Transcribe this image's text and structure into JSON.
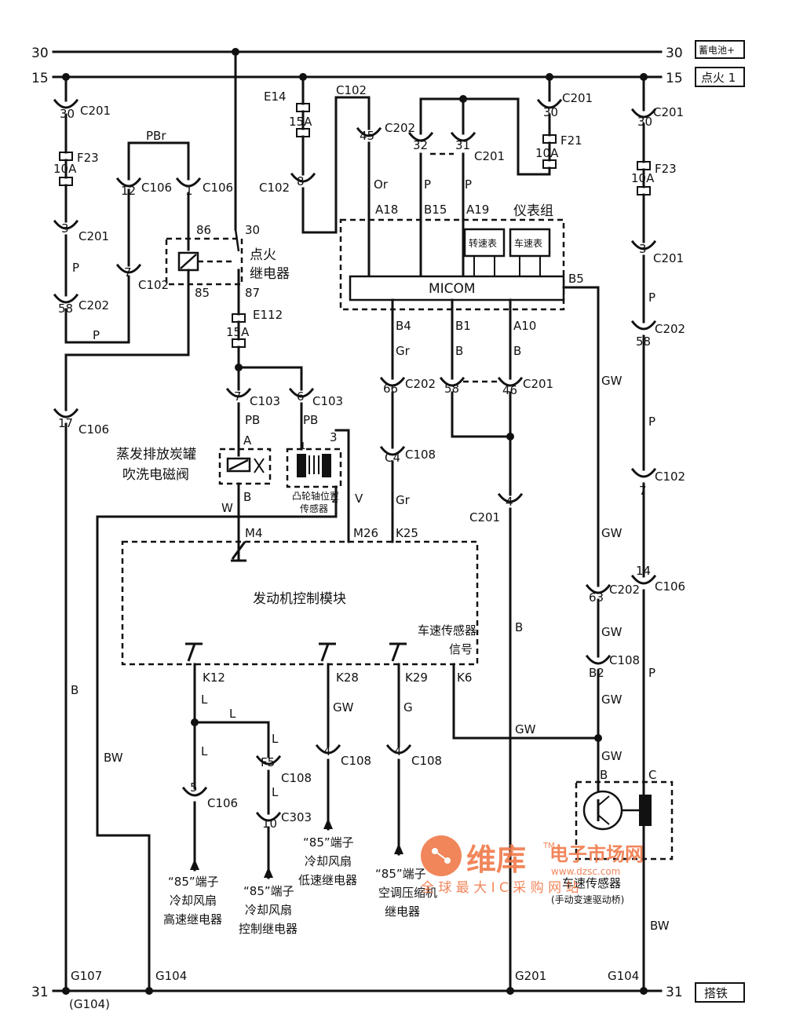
{
  "rails": {
    "top30_left": "30",
    "top30_right": "30",
    "top15_left": "15",
    "top15_right": "15",
    "bottom31_left": "31",
    "bottom31_right": "31",
    "battery_label": "蓄电池+",
    "ignition_label": "点火 1",
    "ground_label": "搭铁"
  },
  "connectors": {
    "c201_30_left": {
      "pin": "30",
      "name": "C201"
    },
    "c201_3_left": {
      "pin": "3",
      "name": "C201"
    },
    "c202_58_left": {
      "pin": "58",
      "name": "C202"
    },
    "c106_12": {
      "pin": "12",
      "name": "C106"
    },
    "c106_1": {
      "pin": "1",
      "name": "C106"
    },
    "c102_7": {
      "pin": "7",
      "name": "C102"
    },
    "c106_17": {
      "pin": "17",
      "name": "C106"
    },
    "c102_45": {
      "pin": "45",
      "name": "C102"
    },
    "c102_8": {
      "pin": "8",
      "name": "C102"
    },
    "c202_32": {
      "pin": "32",
      "name": "C202"
    },
    "c201_31": {
      "pin": "31",
      "name": "C201"
    },
    "c201_30_mid": {
      "pin": "30",
      "name": "C201"
    },
    "c103_7": {
      "pin": "7",
      "name": "C103"
    },
    "c103_6": {
      "pin": "6",
      "name": "C103"
    },
    "c202_66": {
      "pin": "66",
      "name": "C202"
    },
    "c202_58_mid": {
      "pin": "58"
    },
    "c201_46": {
      "pin": "46",
      "name": "C201"
    },
    "c108_c4": {
      "pin": "C4",
      "name": "C108"
    },
    "c201_4": {
      "pin": "4",
      "name": "C201"
    },
    "c201_30_right": {
      "pin": "30",
      "name": "C201"
    },
    "c201_3_right": {
      "pin": "3",
      "name": "C201"
    },
    "c202_58_right": {
      "pin": "58",
      "name": "C202"
    },
    "c102_7_right": {
      "pin": "7",
      "name": "C102"
    },
    "c106_14": {
      "pin": "14",
      "name": "C106"
    },
    "c202_63": {
      "pin": "63",
      "name": "C202"
    },
    "c108_b2": {
      "pin": "B2",
      "name": "C108"
    },
    "c106_5": {
      "pin": "5",
      "name": "C106"
    },
    "c108_f5": {
      "pin": "F5",
      "name": "C108"
    },
    "c303_10": {
      "pin": "10",
      "name": "C303"
    },
    "c108_4a": {
      "pin": "4",
      "name": "C108"
    },
    "c108_4b": {
      "pin": "4",
      "name": "C108"
    }
  },
  "fuses": {
    "f23_left": {
      "name": "F23",
      "rating": "10A"
    },
    "e14": {
      "name": "E14",
      "rating": "15A"
    },
    "f21": {
      "name": "F21",
      "rating": "10A"
    },
    "e112": {
      "name": "E112",
      "rating": "15A"
    },
    "f23_right": {
      "name": "F23",
      "rating": "10A"
    }
  },
  "wires": {
    "pbr": "PBr",
    "p1": "P",
    "p2": "P",
    "or": "Or",
    "p3": "P",
    "p4": "P",
    "pb1": "PB",
    "pb2": "PB",
    "w": "W",
    "v": "V",
    "gr1": "Gr",
    "gr2": "Gr",
    "b1": "B",
    "b2": "B",
    "gw1": "GW",
    "gw2": "GW",
    "gw3": "GW",
    "gw4": "GW",
    "gw5": "GW",
    "gw6": "GW",
    "p5": "P",
    "p6": "P",
    "p7": "P",
    "b_left": "B",
    "bw_left": "BW",
    "b_mid": "B",
    "l1": "L",
    "l2": "L",
    "l3": "L",
    "l4": "L",
    "l5": "L",
    "gw_k28": "GW",
    "g_k29": "G",
    "bw_right": "BW"
  },
  "relay": {
    "pin86": "86",
    "pin30": "30",
    "pin85": "85",
    "pin87": "87",
    "name_line1": "点火",
    "name_line2": "继电器"
  },
  "cluster": {
    "title": "仪表组",
    "micom": "MICOM",
    "tach": "转速表",
    "speedo": "车速表",
    "pins": {
      "a18": "A18",
      "b15": "B15",
      "a19": "A19",
      "b4": "B4",
      "b1": "B1",
      "a10": "A10",
      "b5": "B5"
    }
  },
  "evap": {
    "line1": "蒸发排放炭罐",
    "line2": "吹洗电磁阀",
    "pin_a": "A",
    "pin_b": "B"
  },
  "cam_sensor": {
    "line1": "凸轮轴位置",
    "line2": "传感器",
    "pin1": "1",
    "pin2": "2",
    "pin3": "3"
  },
  "ecm": {
    "name": "发动机控制模块",
    "vss_label_line1": "车速传感器",
    "vss_label_line2": "信号",
    "pins": {
      "m4": "M4",
      "m26": "M26",
      "k25": "K25",
      "k12": "K12",
      "k28": "K28",
      "k29": "K29",
      "k6": "K6"
    }
  },
  "loads": {
    "fan_high": [
      "“85”端子",
      "冷却风扇",
      "高速继电器"
    ],
    "fan_ctrl": [
      "“85”端子",
      "冷却风扇",
      "控制继电器"
    ],
    "fan_low": [
      "“85”端子",
      "冷却风扇",
      "低速继电器"
    ],
    "ac_comp": [
      "“85”端子",
      "空调压缩机",
      "继电器"
    ]
  },
  "vss": {
    "pin_b": "B",
    "pin_c": "C",
    "label_line1": "车速传感器",
    "label_line2": "(手动变速驱动桥)"
  },
  "grounds": {
    "g107": "G107",
    "g104_note": "(G104)",
    "g104_a": "G104",
    "g201": "G201",
    "g104_b": "G104"
  },
  "watermark": {
    "brand": "维库",
    "tm": "TM",
    "market": "电子市场网",
    "url": "www.dzsc.com",
    "slogan": "全 球 最 大 I C 采 购 网 站"
  }
}
